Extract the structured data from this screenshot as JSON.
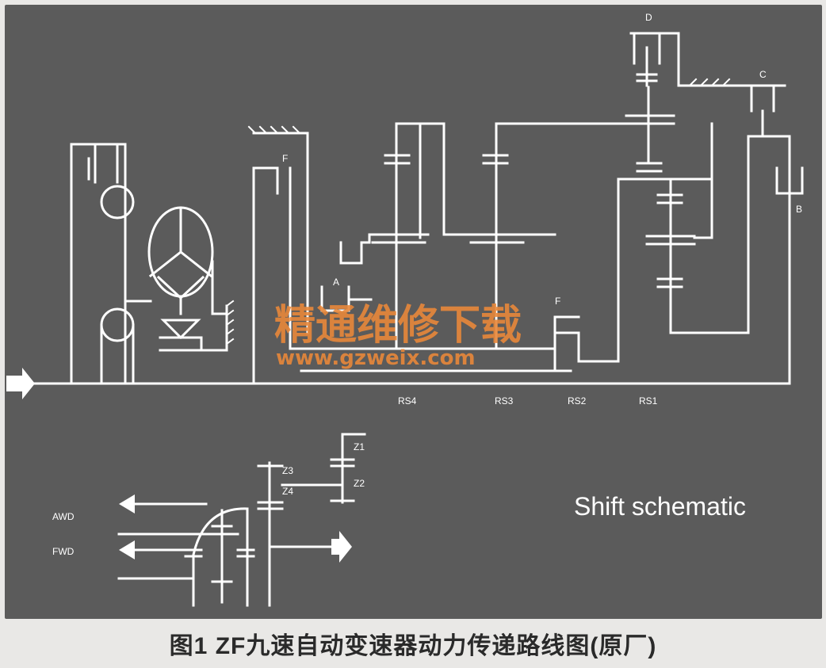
{
  "labels": {
    "D": "D",
    "C": "C",
    "B": "B",
    "F_top": "F",
    "F_mid": "F",
    "A": "A",
    "RS4": "RS4",
    "RS3": "RS3",
    "RS2": "RS2",
    "RS1": "RS1",
    "Z1": "Z1",
    "Z2": "Z2",
    "Z3": "Z3",
    "Z4": "Z4",
    "AWD": "AWD",
    "FWD": "FWD"
  },
  "heading": "Shift schematic",
  "watermark": {
    "cn": "精通维修下载",
    "url": "www.gzweix.com"
  },
  "caption": "图1 ZF九速自动变速器动力传递路线图(原厂)",
  "colors": {
    "panel": "#5b5b5b",
    "line": "#ffffff",
    "watermark": "#e8883a",
    "caption": "#2a2a2a"
  }
}
